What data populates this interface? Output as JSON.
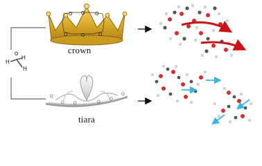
{
  "labels": {
    "crown": "crown",
    "tiara": "tiara"
  },
  "molecule": {
    "formula_atoms": [
      "H",
      "H",
      "H",
      "O"
    ]
  },
  "colors": {
    "gold": "#d9a928",
    "silver": "#c9c9c9",
    "oxygen": "#d92a2a",
    "carbon": "#555555",
    "hydrogen": "#e8e8e8",
    "arrow_red": "#c81414",
    "arrow_blue": "#3ab4e6"
  }
}
